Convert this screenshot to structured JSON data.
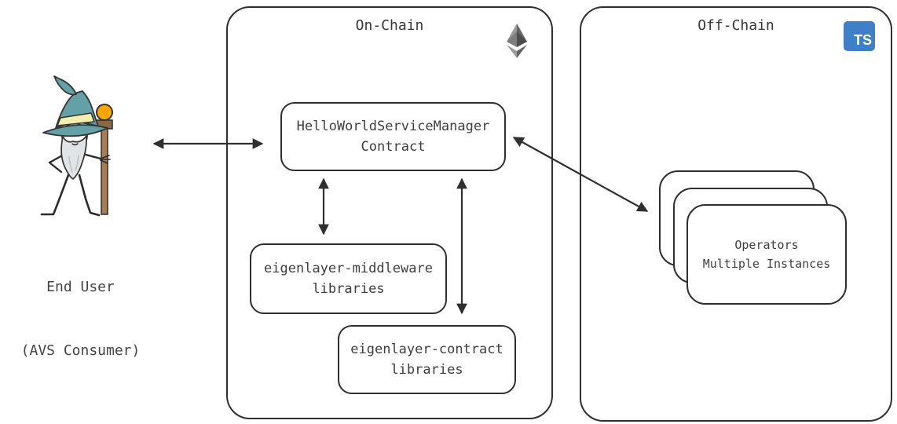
{
  "end_user": {
    "label_line1": "End User",
    "label_line2": "(AVS Consumer)",
    "illustration": "wizard-character"
  },
  "onchain": {
    "title": "On-Chain",
    "icon": "ethereum-icon",
    "service_manager": {
      "line1": "HelloWorldServiceManager",
      "line2": "Contract"
    },
    "middleware": {
      "line1": "eigenlayer-middleware",
      "line2": "libraries"
    },
    "contract_libs": {
      "line1": "eigenlayer-contract",
      "line2": "libraries"
    }
  },
  "offchain": {
    "title": "Off-Chain",
    "icon": "typescript-icon",
    "ts_logo_text": "TS",
    "operators": {
      "line1": "Operators",
      "line2": "Multiple Instances",
      "stack_count": 3
    }
  },
  "connections": [
    {
      "from": "end-user",
      "to": "onchain-container",
      "type": "bidirectional"
    },
    {
      "from": "service-manager-box",
      "to": "middleware-box",
      "type": "bidirectional"
    },
    {
      "from": "service-manager-box",
      "to": "contract-libraries-box",
      "type": "bidirectional"
    },
    {
      "from": "service-manager-box",
      "to": "operators-stack",
      "type": "bidirectional"
    }
  ],
  "colors": {
    "stroke": "#2f2f2f",
    "text": "#3d3d3d",
    "arrow": "#2f2f2f",
    "ts_blue": "#3f7fc7",
    "hat_teal": "#64a1a6",
    "hat_band": "#f2eeae",
    "staff_brown": "#ab7e52",
    "staff_block_brown": "#8a6a43",
    "orb_orange": "#f7a600",
    "beard_grey": "#e1e4e7"
  }
}
